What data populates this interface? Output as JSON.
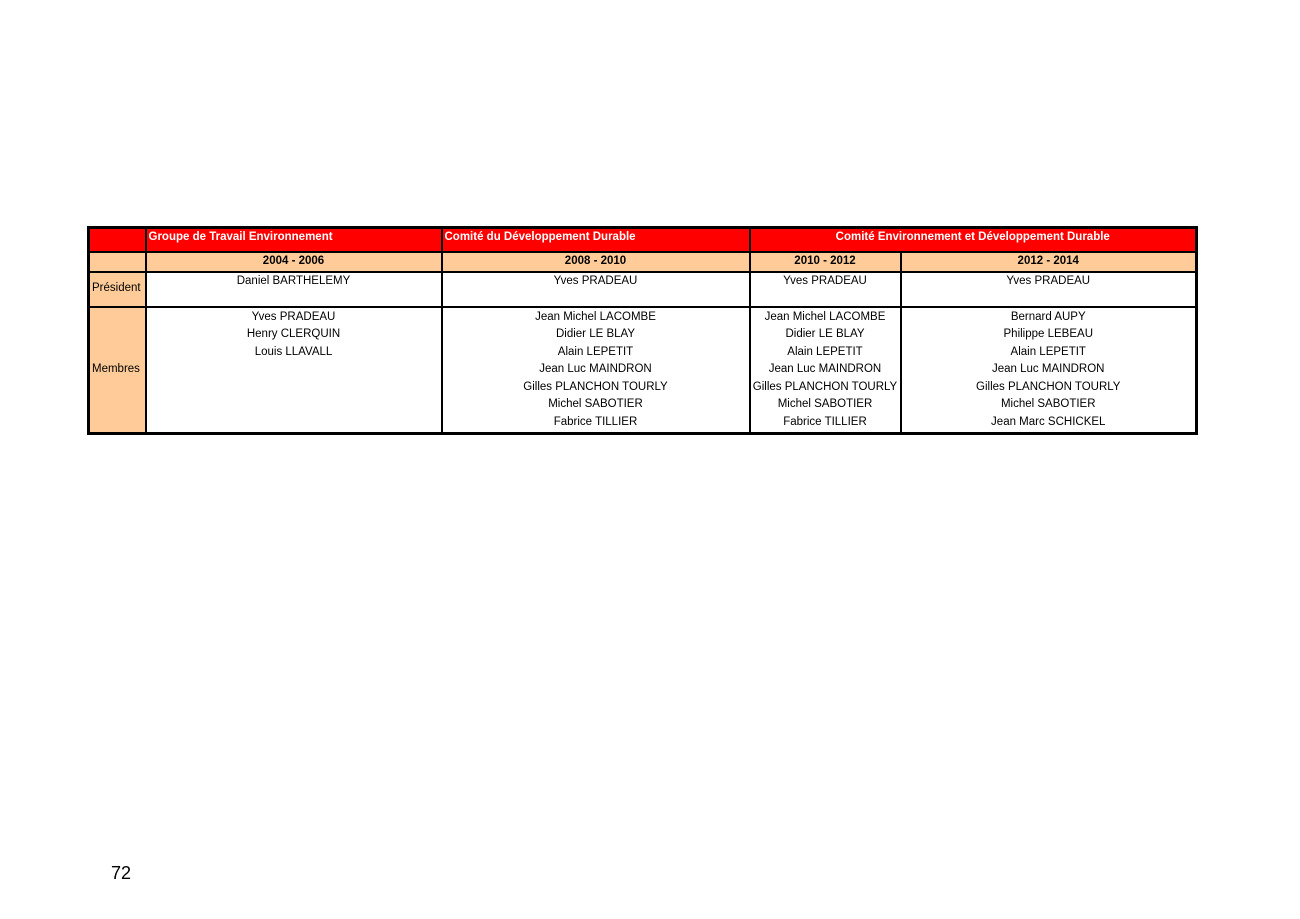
{
  "header": {
    "groupe": "Groupe de Travail Environnement",
    "comite_dd": "Comité du Développement Durable",
    "comite_edd": "Comité Environnement et Développement Durable"
  },
  "periods": [
    "2004 - 2006",
    "2008 - 2010",
    "2010 - 2012",
    "2012 - 2014"
  ],
  "row_labels": {
    "president": "Président",
    "membres": "Membres"
  },
  "presidents": [
    "Daniel BARTHELEMY",
    "Yves PRADEAU",
    "Yves PRADEAU",
    "Yves PRADEAU"
  ],
  "members": [
    [
      "Yves PRADEAU",
      "Henry CLERQUIN",
      "Louis LLAVALL"
    ],
    [
      "Jean Michel LACOMBE",
      "Didier LE BLAY",
      "Alain LEPETIT",
      "Jean Luc MAINDRON",
      "Gilles PLANCHON TOURLY",
      "Michel SABOTIER",
      "Fabrice TILLIER"
    ],
    [
      "Jean Michel LACOMBE",
      "Didier LE BLAY",
      "Alain LEPETIT",
      "Jean Luc MAINDRON",
      "Gilles PLANCHON TOURLY",
      "Michel SABOTIER",
      "Fabrice TILLIER"
    ],
    [
      "Bernard AUPY",
      "Philippe LEBEAU",
      "Alain LEPETIT",
      "Jean Luc MAINDRON",
      "Gilles PLANCHON TOURLY",
      "Michel SABOTIER",
      "Jean Marc SCHICKEL"
    ]
  ],
  "page_number": "72",
  "colors": {
    "header_bg": "#ff0000",
    "header_text": "#ffffff",
    "subheader_bg": "#ffcc99"
  }
}
